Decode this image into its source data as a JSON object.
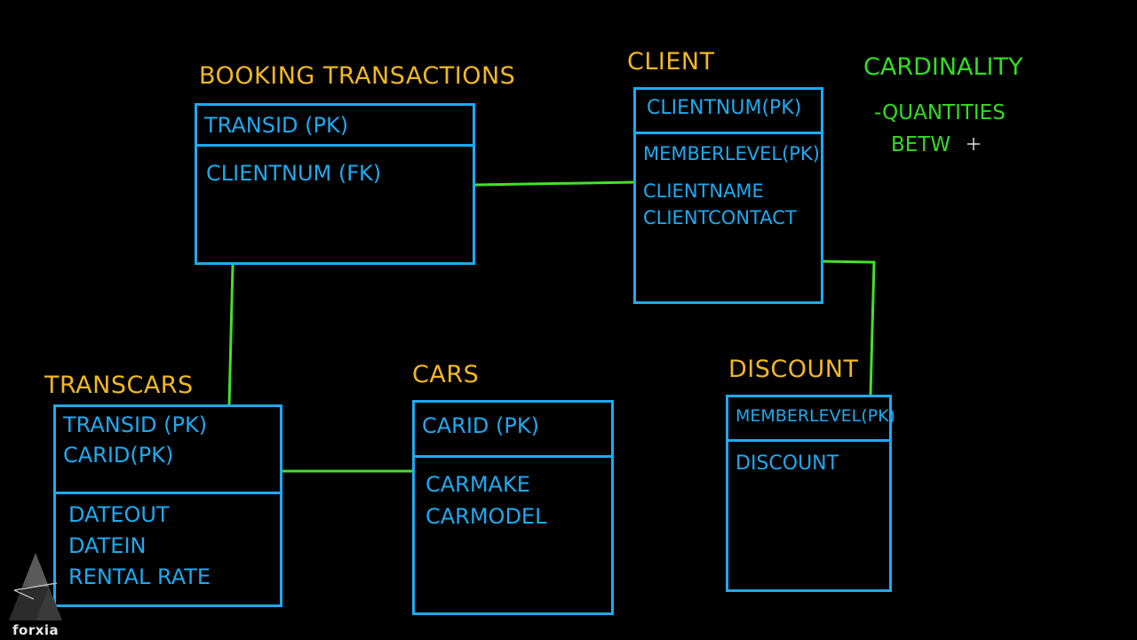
{
  "colors": {
    "entity": "#1eaaf0",
    "title": "#f2b824",
    "relation": "#44e02a",
    "note": "#33dd22"
  },
  "entities": {
    "booking": {
      "title": "BOOKING TRANSACTIONS",
      "pk": [
        "TRANSID (PK)"
      ],
      "attrs": [
        "CLIENTNUM (FK)"
      ]
    },
    "client": {
      "title": "CLIENT",
      "pk": [
        "CLIENTNUM(PK)"
      ],
      "attrs": [
        "MEMBERLEVEL(PK)",
        "CLIENTNAME",
        "CLIENTCONTACT"
      ]
    },
    "transcars": {
      "title": "TRANSCARS",
      "pk": [
        "TRANSID (PK)",
        "CARID(PK)"
      ],
      "attrs": [
        "DATEOUT",
        "DATEIN",
        "RENTAL RATE"
      ]
    },
    "cars": {
      "title": "CARS",
      "pk": [
        "CARID (PK)"
      ],
      "attrs": [
        "CARMAKE",
        "CARMODEL"
      ]
    },
    "discount": {
      "title": "DISCOUNT",
      "pk": [
        "MEMBERLEVEL(PK)"
      ],
      "attrs": [
        "DISCOUNT"
      ]
    }
  },
  "notes": {
    "heading": "CARDINALITY",
    "line1": "-QUANTITIES",
    "line2": "BETW"
  },
  "logo": {
    "text": "forxia",
    "icon": "triangle-logo-icon"
  },
  "cursor": {
    "icon": "crosshair-cursor-icon"
  }
}
